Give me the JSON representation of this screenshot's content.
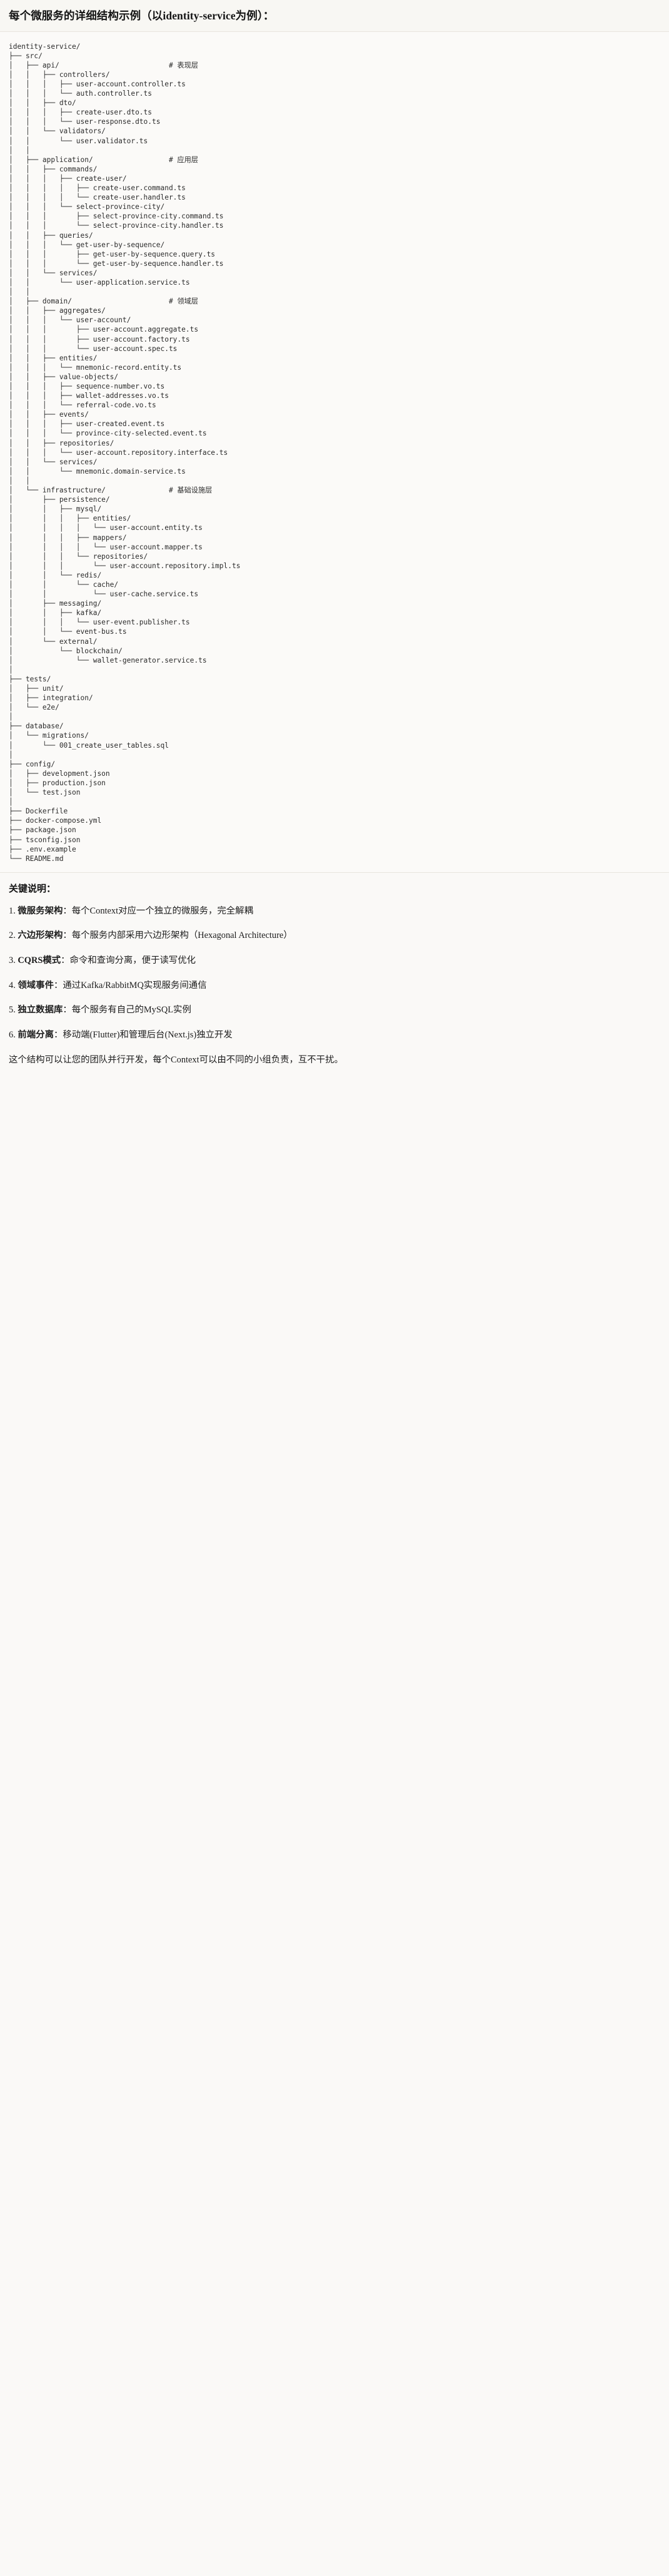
{
  "header": {
    "title": "每个微服务的详细结构示例（以identity-service为例）："
  },
  "tree": {
    "root": "identity-service/",
    "text": "identity-service/\n├── src/\n│   ├── api/                          # 表现层\n│   │   ├── controllers/\n│   │   │   ├── user-account.controller.ts\n│   │   │   └── auth.controller.ts\n│   │   ├── dto/\n│   │   │   ├── create-user.dto.ts\n│   │   │   └── user-response.dto.ts\n│   │   └── validators/\n│   │       └── user.validator.ts\n│   │\n│   ├── application/                  # 应用层\n│   │   ├── commands/\n│   │   │   ├── create-user/\n│   │   │   │   ├── create-user.command.ts\n│   │   │   │   └── create-user.handler.ts\n│   │   │   └── select-province-city/\n│   │   │       ├── select-province-city.command.ts\n│   │   │       └── select-province-city.handler.ts\n│   │   ├── queries/\n│   │   │   └── get-user-by-sequence/\n│   │   │       ├── get-user-by-sequence.query.ts\n│   │   │       └── get-user-by-sequence.handler.ts\n│   │   └── services/\n│   │       └── user-application.service.ts\n│   │\n│   ├── domain/                       # 领域层\n│   │   ├── aggregates/\n│   │   │   └── user-account/\n│   │   │       ├── user-account.aggregate.ts\n│   │   │       ├── user-account.factory.ts\n│   │   │       └── user-account.spec.ts\n│   │   ├── entities/\n│   │   │   └── mnemonic-record.entity.ts\n│   │   ├── value-objects/\n│   │   │   ├── sequence-number.vo.ts\n│   │   │   ├── wallet-addresses.vo.ts\n│   │   │   └── referral-code.vo.ts\n│   │   ├── events/\n│   │   │   ├── user-created.event.ts\n│   │   │   └── province-city-selected.event.ts\n│   │   ├── repositories/\n│   │   │   └── user-account.repository.interface.ts\n│   │   └── services/\n│   │       └── mnemonic.domain-service.ts\n│   │\n│   └── infrastructure/               # 基础设施层\n│       ├── persistence/\n│       │   ├── mysql/\n│       │   │   ├── entities/\n│       │   │   │   └── user-account.entity.ts\n│       │   │   ├── mappers/\n│       │   │   │   └── user-account.mapper.ts\n│       │   │   └── repositories/\n│       │   │       └── user-account.repository.impl.ts\n│       │   └── redis/\n│       │       └── cache/\n│       │           └── user-cache.service.ts\n│       ├── messaging/\n│       │   ├── kafka/\n│       │   │   └── user-event.publisher.ts\n│       │   └── event-bus.ts\n│       └── external/\n│           └── blockchain/\n│               └── wallet-generator.service.ts\n│\n├── tests/\n│   ├── unit/\n│   ├── integration/\n│   └── e2e/\n│\n├── database/\n│   └── migrations/\n│       └── 001_create_user_tables.sql\n│\n├── config/\n│   ├── development.json\n│   ├── production.json\n│   └── test.json\n│\n├── Dockerfile\n├── docker-compose.yml\n├── package.json\n├── tsconfig.json\n├── .env.example\n└── README.md",
    "comments": [
      {
        "label": "# 表现层",
        "for": "api/"
      },
      {
        "label": "# 应用层",
        "for": "application/"
      },
      {
        "label": "# 领域层",
        "for": "domain/"
      },
      {
        "label": "# 基础设施层",
        "for": "infrastructure/"
      }
    ]
  },
  "notes": {
    "title": "关键说明：",
    "items": [
      {
        "num": "1. ",
        "term": "微服务架构",
        "desc": "：每个Context对应一个独立的微服务，完全解耦"
      },
      {
        "num": "2. ",
        "term": "六边形架构",
        "desc": "：每个服务内部采用六边形架构（Hexagonal Architecture）"
      },
      {
        "num": "3. ",
        "term": "CQRS模式",
        "desc": "：命令和查询分离，便于读写优化"
      },
      {
        "num": "4. ",
        "term": "领域事件",
        "desc": "：通过Kafka/RabbitMQ实现服务间通信"
      },
      {
        "num": "5. ",
        "term": "独立数据库",
        "desc": "：每个服务有自己的MySQL实例"
      },
      {
        "num": "6. ",
        "term": "前端分离",
        "desc": "：移动端(Flutter)和管理后台(Next.js)独立开发"
      }
    ],
    "closing": "这个结构可以让您的团队并行开发，每个Context可以由不同的小组负责，互不干扰。"
  }
}
